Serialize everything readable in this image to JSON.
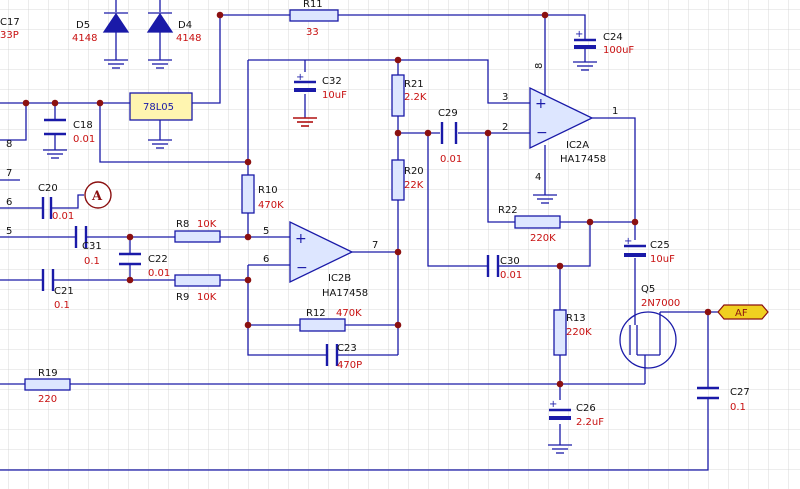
{
  "components": {
    "C17": {
      "ref": "C17",
      "value": "33P"
    },
    "D5": {
      "ref": "D5",
      "value": "4148"
    },
    "D4": {
      "ref": "D4",
      "value": "4148"
    },
    "R11": {
      "ref": "R11",
      "value": "33"
    },
    "C24": {
      "ref": "C24",
      "value": "100uF"
    },
    "C18": {
      "ref": "C18",
      "value": "0.01"
    },
    "U78L05": {
      "value": "78L05"
    },
    "C32": {
      "ref": "C32",
      "value": "10uF"
    },
    "R21": {
      "ref": "R21",
      "value": "2.2K"
    },
    "C29": {
      "ref": "C29",
      "value": "0.01"
    },
    "IC2A": {
      "ref": "IC2A",
      "value": "HA17458"
    },
    "R20": {
      "ref": "R20",
      "value": "22K"
    },
    "R10": {
      "ref": "R10",
      "value": "470K"
    },
    "C20": {
      "ref": "C20",
      "value": "0.01"
    },
    "meter": {
      "value": "A"
    },
    "R8": {
      "ref": "R8",
      "value": "10K"
    },
    "C31": {
      "ref": "C31",
      "value": "0.1"
    },
    "C22": {
      "ref": "C22",
      "value": "0.01"
    },
    "IC2B": {
      "ref": "IC2B",
      "value": "HA17458"
    },
    "R22": {
      "ref": "R22",
      "value": "220K"
    },
    "C25": {
      "ref": "C25",
      "value": "10uF"
    },
    "C21": {
      "ref": "C21",
      "value": "0.1"
    },
    "R9": {
      "ref": "R9",
      "value": "10K"
    },
    "C30": {
      "ref": "C30",
      "value": "0.01"
    },
    "Q5": {
      "ref": "Q5",
      "value": "2N7000"
    },
    "AF": {
      "value": "AF"
    },
    "R12": {
      "ref": "R12",
      "value": "470K"
    },
    "R13": {
      "ref": "R13",
      "value": "220K"
    },
    "C23": {
      "ref": "C23",
      "value": "470P"
    },
    "R19": {
      "ref": "R19",
      "value": "220"
    },
    "C26": {
      "ref": "C26",
      "value": "2.2uF"
    },
    "C27": {
      "ref": "C27",
      "value": "0.1"
    }
  },
  "edge_labels": [
    "8",
    "7",
    "6",
    "5"
  ],
  "pins": {
    "ic2a_pin3": "3",
    "ic2a_pin2": "2",
    "ic2a_pin1": "1",
    "ic2a_pin8": "8",
    "ic2a_pin4": "4",
    "ic2b_pin5": "5",
    "ic2b_pin6": "6",
    "ic2b_pin7": "7"
  },
  "signs": {
    "plus": "+",
    "minus": "−"
  },
  "colors": {
    "wire": "#1a1aa8",
    "node": "#8b1010",
    "value_text": "#c81010",
    "grid": "#c8c8c8"
  }
}
